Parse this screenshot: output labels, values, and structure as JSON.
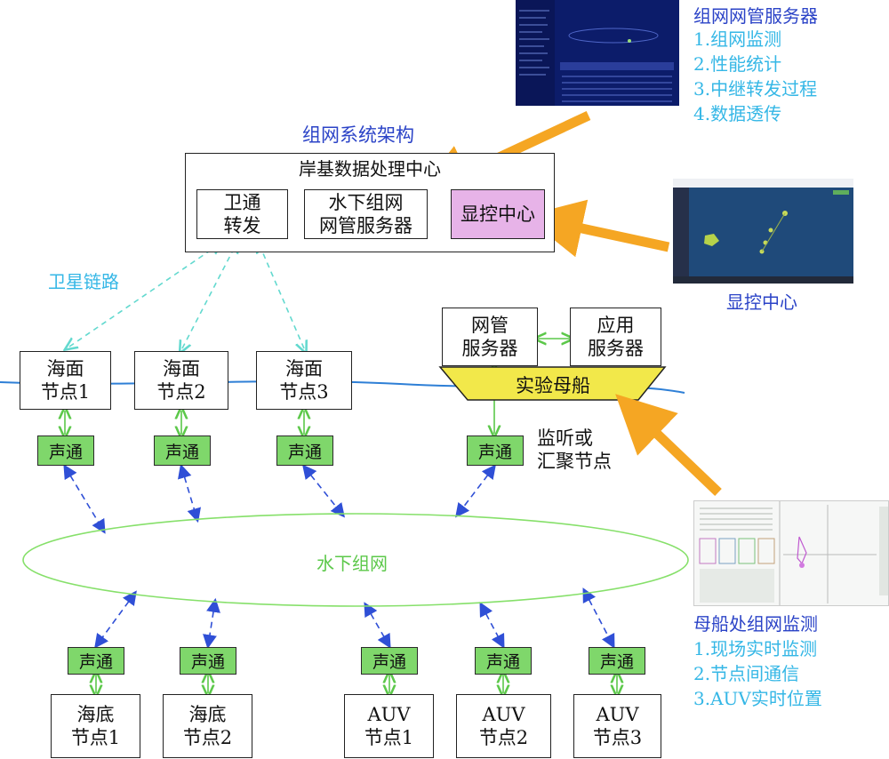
{
  "title": "组网系统架构",
  "shore_center": {
    "title": "岸基数据处理中心",
    "satcom": "卫通\n转发",
    "underwater_server": "水下组网\n网管服务器",
    "display_center": "显控中心"
  },
  "satellite_link_label": "卫星链路",
  "server_callout": {
    "title": "组网网管服务器",
    "items": [
      "1.组网监测",
      "2.性能统计",
      "3.中继转发过程",
      "4.数据透传"
    ]
  },
  "display_callout_label": "显控中心",
  "mothership": {
    "label": "实验母船",
    "nm_server": "网管\n服务器",
    "app_server": "应用\n服务器",
    "listen_node": "监听或\n汇聚节点"
  },
  "surface_nodes": [
    "海面\n节点1",
    "海面\n节点2",
    "海面\n节点3"
  ],
  "acoustic_label": "声通",
  "underwater_network_label": "水下组网",
  "bottom_nodes": [
    "海底\n节点1",
    "海底\n节点2",
    "AUV\n节点1",
    "AUV\n节点2",
    "AUV\n节点3"
  ],
  "mothership_callout": {
    "title": "母船处组网监测",
    "items": [
      "1.现场实时监测",
      "2.节点间通信",
      "3.AUV实时位置"
    ]
  },
  "colors": {
    "orange_arrow": "#f5a623",
    "green_link": "#5cc84a",
    "blue_link": "#2f4fd6",
    "cyan_link": "#63d9cf",
    "sea_line": "#2e7fd6",
    "ship_fill": "#f2e84a",
    "display_fill": "#e7b3e8",
    "ellipse_stroke": "#86e06a"
  }
}
